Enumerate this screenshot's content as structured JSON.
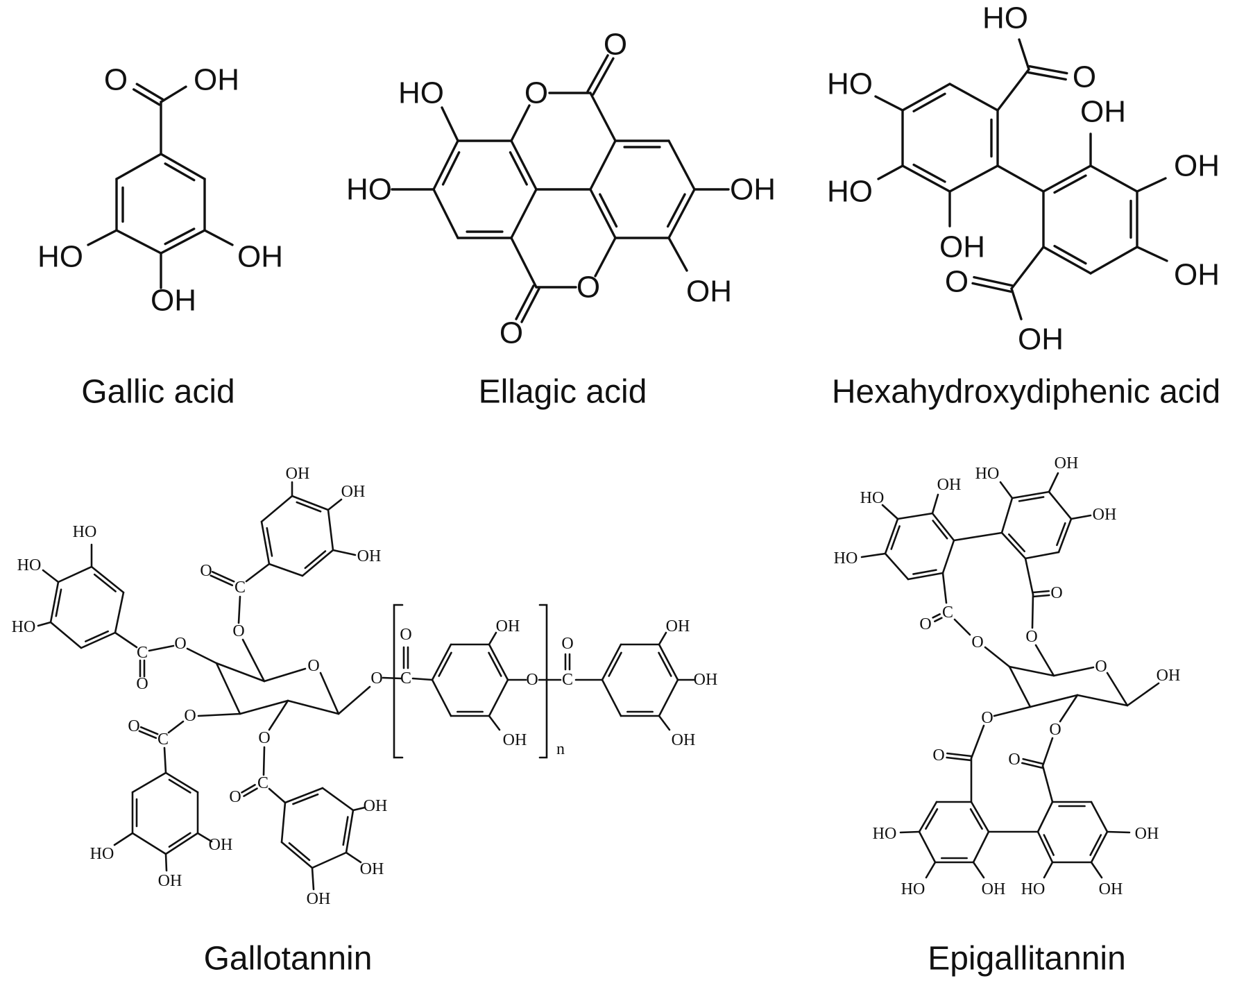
{
  "panels": [
    {
      "caption": "Gallic acid",
      "atom_labels": [
        "O",
        "OH",
        "HO",
        "OH",
        "OH"
      ]
    },
    {
      "caption": "Ellagic acid",
      "atom_labels": [
        "O",
        "O",
        "HO",
        "HO",
        "OH",
        "O",
        "O",
        "OH"
      ]
    },
    {
      "caption": "Hexahydroxydiphenic acid",
      "atom_labels": [
        "HO",
        "O",
        "HO",
        "HO",
        "OH",
        "OH",
        "OH",
        "OH",
        "O",
        "OH"
      ]
    },
    {
      "caption": "Gallotannin",
      "atom_labels": [
        "C",
        "O",
        "O",
        "O",
        "O",
        "C",
        "O",
        "O",
        "C",
        "O",
        "O",
        "C",
        "O",
        "O",
        "C",
        "O",
        "O",
        "C",
        "O",
        "n",
        "HO",
        "HO",
        "HO",
        "OH",
        "OH",
        "OH",
        "HO",
        "OH",
        "OH",
        "OH",
        "OH",
        "OH",
        "OH",
        "OH",
        "OH",
        "OH",
        "OH"
      ]
    },
    {
      "caption": "Epigallitannin",
      "atom_labels": [
        "OH",
        "HO",
        "HO",
        "HO",
        "OH",
        "OH",
        "C",
        "O",
        "O",
        "O",
        "O",
        "O",
        "OH",
        "O",
        "O",
        "O",
        "O",
        "HO",
        "HO",
        "OH",
        "HO",
        "OH",
        "OH"
      ]
    }
  ]
}
